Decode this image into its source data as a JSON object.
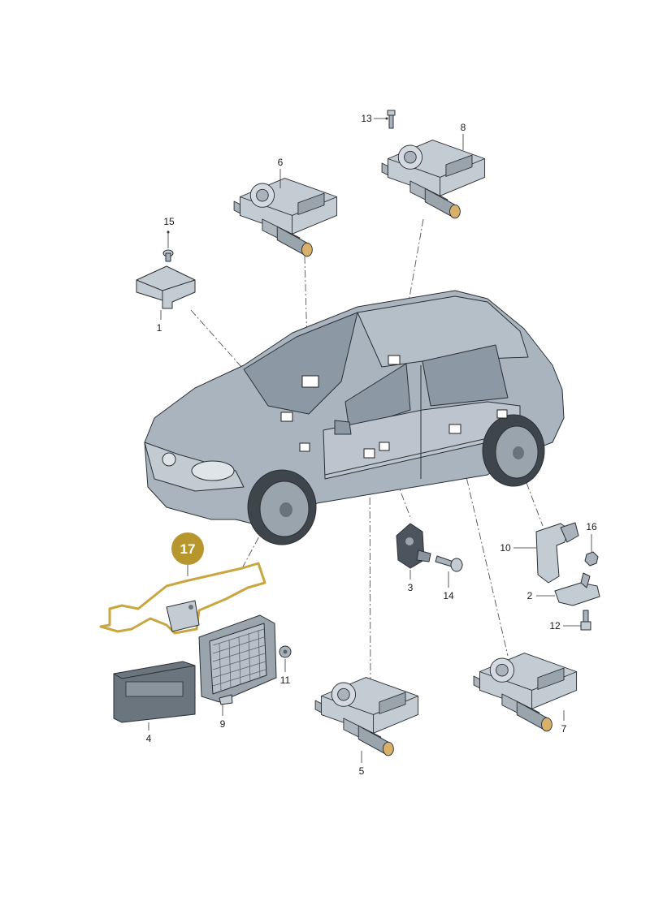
{
  "highlight": {
    "label": "17",
    "fill": "#b8962e",
    "outline": "#c9a640"
  },
  "colors": {
    "part_fill": "#b7c0c8",
    "part_dark": "#838d97",
    "part_light": "#d7dde2",
    "car_body": "#a9b4be",
    "glass": "#8c98a3"
  },
  "parts": [
    {
      "id": "1",
      "label": "1",
      "icon": "control-unit-bracket"
    },
    {
      "id": "2",
      "label": "2",
      "icon": "hinge-bracket"
    },
    {
      "id": "3",
      "label": "3",
      "icon": "sensor"
    },
    {
      "id": "4",
      "label": "4",
      "icon": "control-module"
    },
    {
      "id": "5",
      "label": "5",
      "icon": "window-motor"
    },
    {
      "id": "6",
      "label": "6",
      "icon": "window-motor"
    },
    {
      "id": "7",
      "label": "7",
      "icon": "window-motor"
    },
    {
      "id": "8",
      "label": "8",
      "icon": "window-motor"
    },
    {
      "id": "9",
      "label": "9",
      "icon": "module-housing"
    },
    {
      "id": "10",
      "label": "10",
      "icon": "hinge-bracket"
    },
    {
      "id": "11",
      "label": "11",
      "icon": "nut"
    },
    {
      "id": "12",
      "label": "12",
      "icon": "bolt"
    },
    {
      "id": "13",
      "label": "13",
      "icon": "bolt"
    },
    {
      "id": "14",
      "label": "14",
      "icon": "bolt"
    },
    {
      "id": "15",
      "label": "15",
      "icon": "clip"
    },
    {
      "id": "16",
      "label": "16",
      "icon": "nut"
    }
  ]
}
